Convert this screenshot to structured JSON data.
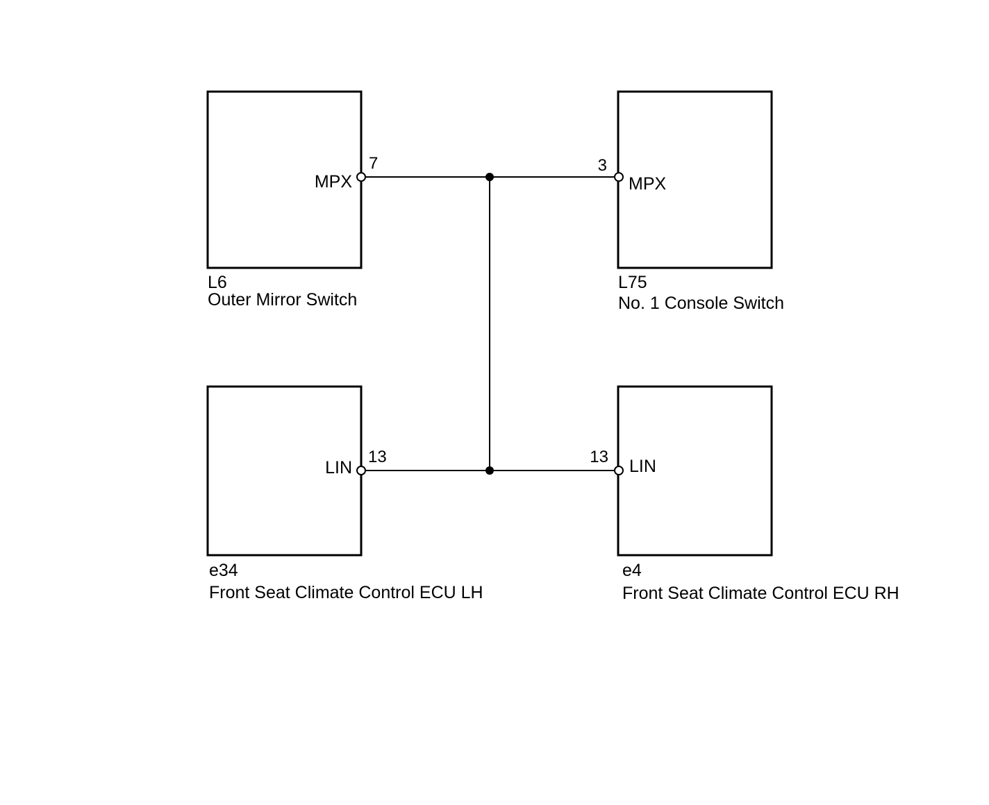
{
  "components": {
    "l6": {
      "code": "L6",
      "name": "Outer Mirror Switch",
      "signal": "MPX",
      "pin": "7"
    },
    "l75": {
      "code": "L75",
      "name": "No. 1 Console Switch",
      "signal": "MPX",
      "pin": "3"
    },
    "e34": {
      "code": "e34",
      "name": "Front Seat Climate Control ECU LH",
      "signal": "LIN",
      "pin": "13"
    },
    "e4": {
      "code": "e4",
      "name": "Front Seat Climate Control ECU RH",
      "signal": "LIN",
      "pin": "13"
    }
  },
  "colors": {
    "line": "#000000",
    "background": "#ffffff"
  }
}
